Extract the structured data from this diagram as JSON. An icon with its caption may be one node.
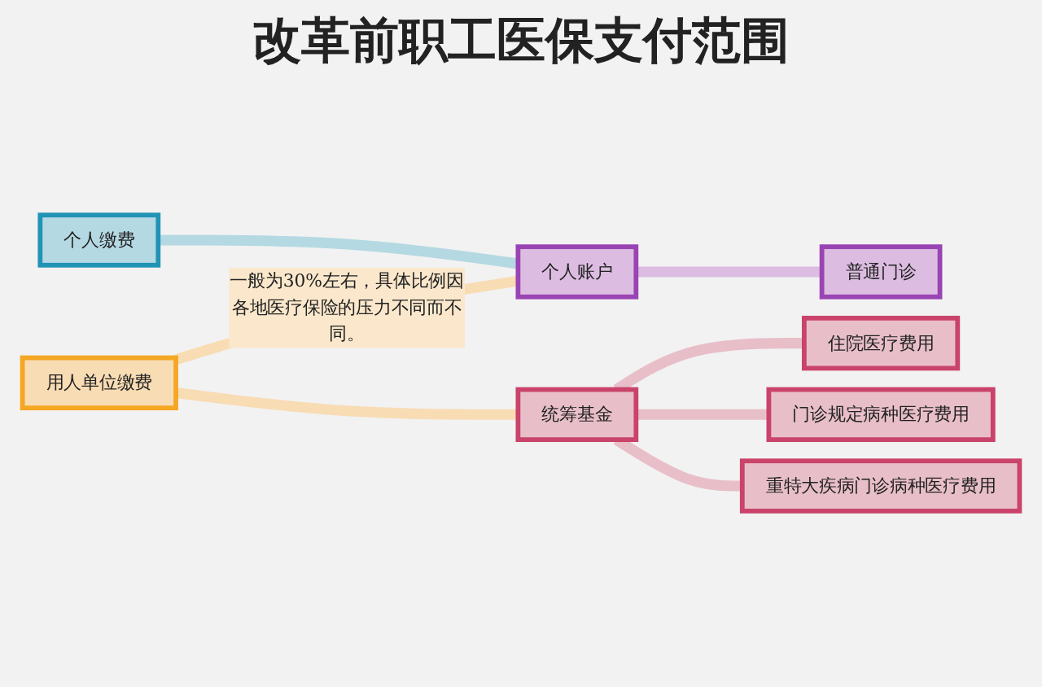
{
  "diagram": {
    "title": "改革前职工医保支付范围",
    "nodes": [
      {
        "text": [
          "个人缴费"
        ]
      },
      {
        "text": [
          "用人单位缴费"
        ]
      },
      {
        "text": [
          "个人账户"
        ]
      },
      {
        "text": [
          "统筹基金"
        ]
      },
      {
        "text": [
          "普通门诊"
        ]
      },
      {
        "text": [
          "住院医疗费用"
        ]
      },
      {
        "text": [
          "门诊规定病种医疗费用"
        ]
      },
      {
        "text": [
          "重特大疾病门诊病种医疗费用"
        ]
      }
    ],
    "edges": [
      {
        "from": 0,
        "to": 2,
        "arrow": "none",
        "color": "#b5d9e3"
      },
      {
        "from": 1,
        "to": 2,
        "arrow": "none",
        "label": "一般为30%左右，具体比例因各地医疗保险的压力不同而不同。",
        "color": "#f8dcb4"
      },
      {
        "from": 1,
        "to": 3,
        "arrow": "none",
        "color": "#f8dcb4"
      },
      {
        "from": 2,
        "to": 4,
        "arrow": "none",
        "color": "#dcbde1"
      },
      {
        "from": 3,
        "to": 5,
        "arrow": "none"
      },
      {
        "from": 3,
        "to": 6,
        "arrow": "none"
      },
      {
        "from": 3,
        "to": 7,
        "arrow": "none"
      }
    ]
  }
}
